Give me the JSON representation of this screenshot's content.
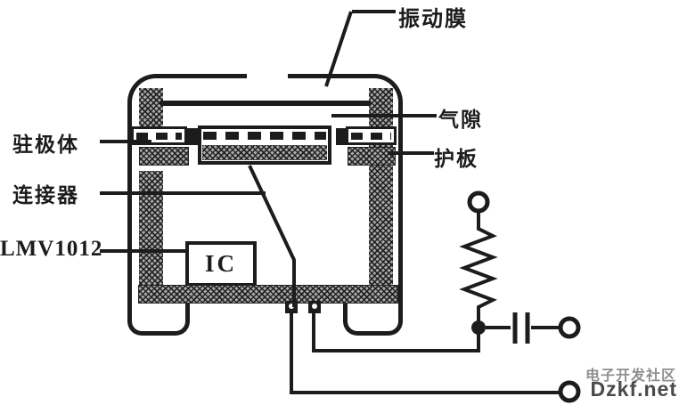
{
  "figure": {
    "title_context": "LMV1012 electret condenser microphone internal structure",
    "labels": {
      "diaphragm": "振动膜",
      "air_gap": "气隙",
      "guard_plate": "护板",
      "electret": "驻极体",
      "connector": "连接器",
      "chip": "LMV1012",
      "ic": "IC"
    },
    "watermark": {
      "community": "电子开发社区",
      "site": "Dzkf.net"
    },
    "colors": {
      "ink": "#1c1c1c",
      "hatch_gray": "#a8a8a8",
      "watermark_gray": "#8f8f8f",
      "watermark_logo": "#4a4a4a"
    }
  }
}
